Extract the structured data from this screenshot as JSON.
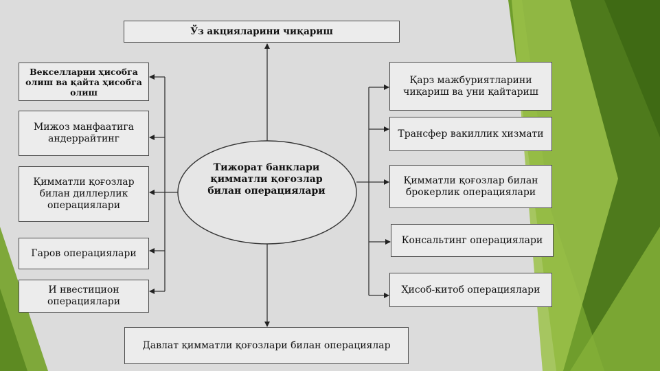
{
  "colors": {
    "green_dark": "#4e7a1c",
    "green_mid": "#6f9d2c",
    "green_light": "#9cc24a",
    "slide_bg": "#dcdcdc",
    "box_fill": "#ececec"
  },
  "diagram": {
    "center": "Тижорат банклари қимматли қоғозлар билан операциялари",
    "top": "Ўз акцияларини чиқариш",
    "bottom": "Давлат қимматли қоғозлари билан операциялар",
    "left": [
      "Векселларни ҳисобга олиш ва қайта ҳисобга олиш",
      "Мижоз манфаатига андеррайтинг",
      "Қимматли қоғозлар билан диллерлик операциялари",
      "Гаров операциялари",
      "И нвестицион операциялари"
    ],
    "right": [
      "Қарз мажбуриятларини чиқариш ва уни қайтариш",
      "Трансфер вакиллик хизмати",
      "Қимматли қоғозлар билан брокерлик операциялари",
      "Консальтинг операциялари",
      "Ҳисоб-китоб операциялари"
    ]
  }
}
